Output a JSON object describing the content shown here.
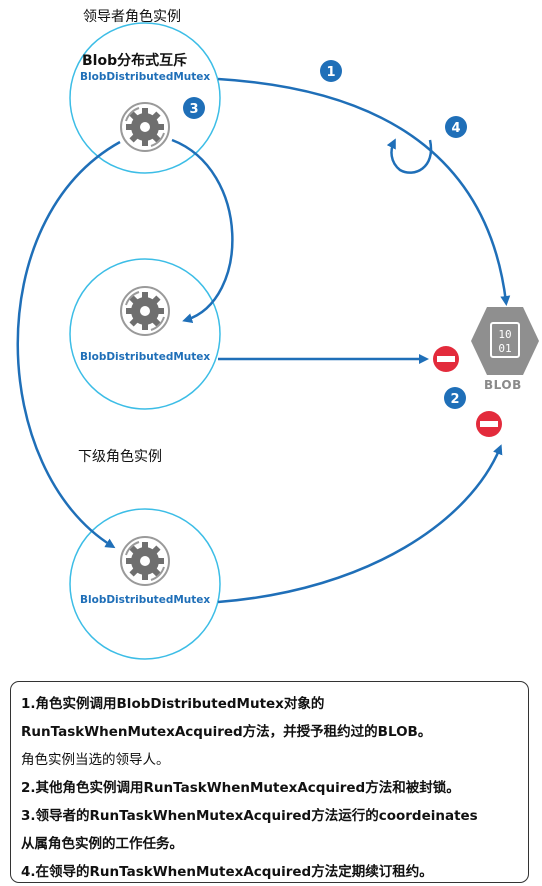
{
  "labels": {
    "leader_instance": "领导者角色实例",
    "mutex_title": "Blob分布式互斥",
    "mutex_class": "BlobDistributedMutex",
    "subordinate_instance": "下级角色实例",
    "blob": "BLOB",
    "blob_bits_top": "10",
    "blob_bits_bottom": "01"
  },
  "badges": [
    "1",
    "2",
    "3",
    "4"
  ],
  "steps": [
    "1.角色实例调用BlobDistributedMutex对象的",
    "RunTaskWhenMutexAcquired方法，并授予租约过的BLOB。",
    "角色实例当选的领导人。",
    "2.其他角色实例调用RunTaskWhenMutexAcquired方法和被封锁。",
    "3.领导者的RunTaskWhenMutexAcquired方法运行的coordeinates",
    "从属角色实例的工作任务。",
    "4.在领导的RunTaskWhenMutexAcquired方法定期续订租约。"
  ],
  "colors": {
    "arrow_blue": "#1f6fb8",
    "circle_border": "#3cbde6",
    "badge_blue": "#1f6fb8",
    "stop_red": "#e32b3c",
    "blob_grey": "#8f8f8f"
  }
}
